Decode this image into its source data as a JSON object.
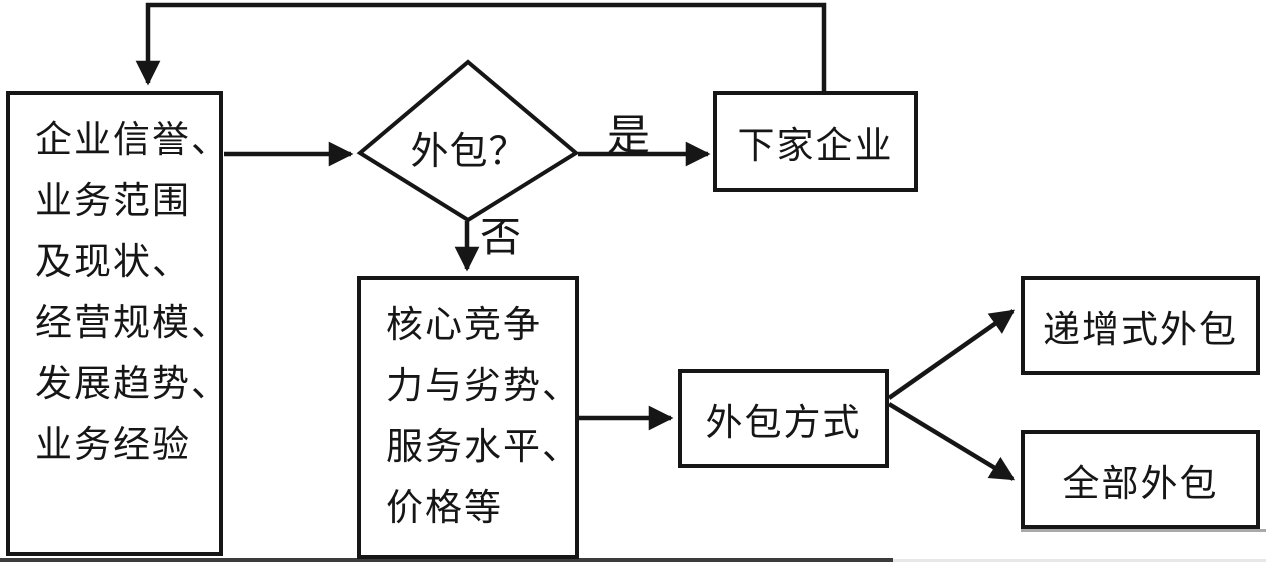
{
  "diagram": {
    "type": "flowchart",
    "background_color": "#ffffff",
    "line_color": "#161616",
    "nodes": {
      "company_profile": {
        "lines": [
          "企业信誉、",
          "业务范围",
          "及现状、",
          "经营规模、",
          "发展趋势、",
          "业务经验"
        ]
      },
      "outsource_decision": {
        "label": "外包？"
      },
      "downstream_company": {
        "label": "下家企业"
      },
      "core_competitiveness": {
        "lines": [
          "核心竞争",
          "力与劣势、",
          "服务水平、",
          "价格等"
        ]
      },
      "outsource_method": {
        "label": "外包方式"
      },
      "incremental_outsourcing": {
        "label": "递增式外包"
      },
      "full_outsourcing": {
        "label": "全部外包"
      }
    },
    "edge_labels": {
      "yes": "是",
      "no": "否"
    }
  }
}
